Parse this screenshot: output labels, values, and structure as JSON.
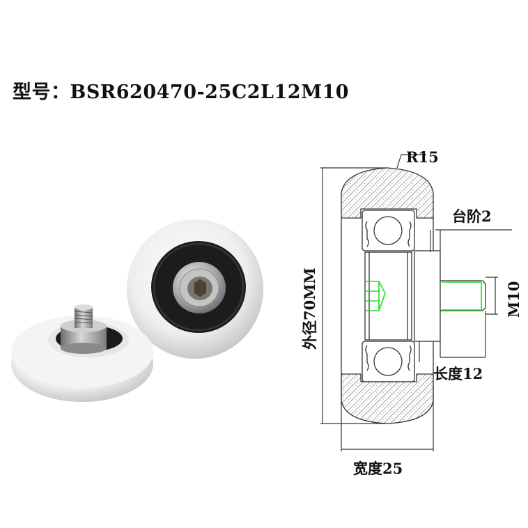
{
  "header": {
    "model_prefix": "型号：",
    "model_number": "BSR620470-25C2L12M10"
  },
  "photo": {
    "description": "Two white nylon-covered bearing rollers, one showing hex socket bore, one showing M10 threaded stud",
    "items": [
      {
        "name": "roller-front-view",
        "features": [
          "white tire",
          "black bearing seal",
          "steel hub",
          "hex socket"
        ]
      },
      {
        "name": "roller-stud-view",
        "features": [
          "white tire",
          "black bearing seal",
          "steel step",
          "threaded stud"
        ]
      }
    ]
  },
  "drawing": {
    "labels": {
      "radius": "R15",
      "step": "台阶2",
      "outer_diameter": "外径70MM",
      "thread": "M10",
      "stud_length": "长度12",
      "width": "宽度25"
    },
    "colors": {
      "line": "#333333",
      "thread_highlight": "#22dd22",
      "hatch": "#555555"
    }
  }
}
